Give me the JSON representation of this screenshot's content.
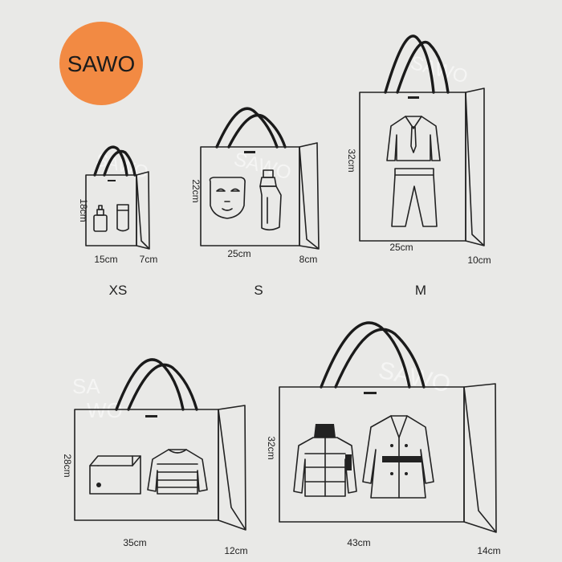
{
  "brand": {
    "logo_text": "SAWO",
    "logo_color": "#f28a43",
    "logo_text_color": "#1b1b1b"
  },
  "watermark": {
    "text": "SAWO",
    "text_split_a": "SA",
    "text_split_b": "WO"
  },
  "bags": {
    "xs": {
      "size": "XS",
      "width": "15cm",
      "depth": "7cm",
      "height": "18cm"
    },
    "s": {
      "size": "S",
      "width": "25cm",
      "depth": "8cm",
      "height": "22cm"
    },
    "m": {
      "size": "M",
      "width": "25cm",
      "depth": "10cm",
      "height": "32cm"
    },
    "l": {
      "width": "35cm",
      "depth": "12cm",
      "height": "28cm"
    },
    "xl": {
      "width": "43cm",
      "depth": "14cm",
      "height": "32cm"
    }
  },
  "icons": {
    "xs": [
      "perfume-bottle-icon",
      "cream-tube-icon"
    ],
    "s": [
      "face-mask-icon",
      "lotion-pump-bottle-icon"
    ],
    "m": [
      "shirt-with-tie-icon",
      "trousers-icon"
    ],
    "l": [
      "storage-box-icon",
      "knit-sweater-icon"
    ],
    "xl": [
      "puffer-jacket-icon",
      "trench-coat-icon"
    ]
  },
  "colors": {
    "background": "#e9e9e7",
    "line": "#222222"
  }
}
